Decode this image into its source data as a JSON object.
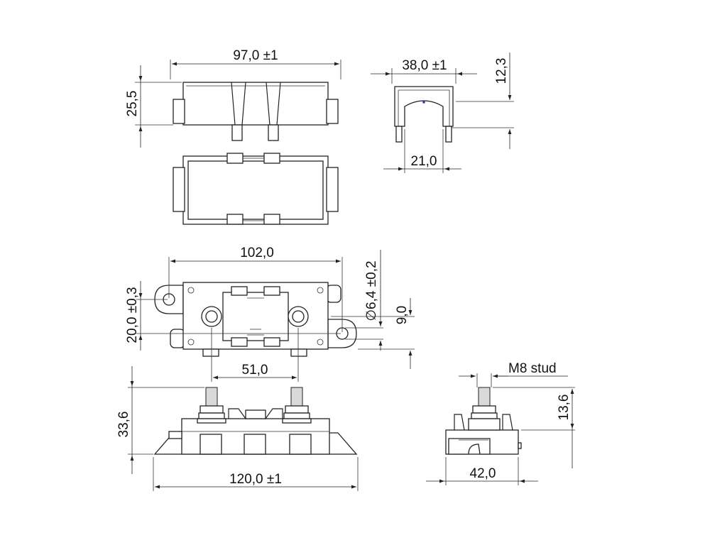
{
  "drawing": {
    "top_view": {
      "width": "97,0 ±1",
      "height": "25,5"
    },
    "end_view": {
      "width": "38,0 ±1",
      "height": "12,3",
      "inner_width": "21,0"
    },
    "plan_view": {
      "width": "102,0",
      "hole_spacing": "20,0 ±0,3",
      "hole_diameter": "∅6,4 ±0,2",
      "offset": "9,0",
      "stud_spacing": "51,0"
    },
    "side_view": {
      "height": "33,6",
      "length": "120,0 ±1"
    },
    "end_view_base": {
      "stud_label": "M8 stud",
      "stud_height": "13,6",
      "width": "42,0"
    }
  },
  "colors": {
    "line": "#222222",
    "text": "#111111",
    "background": "#ffffff"
  }
}
